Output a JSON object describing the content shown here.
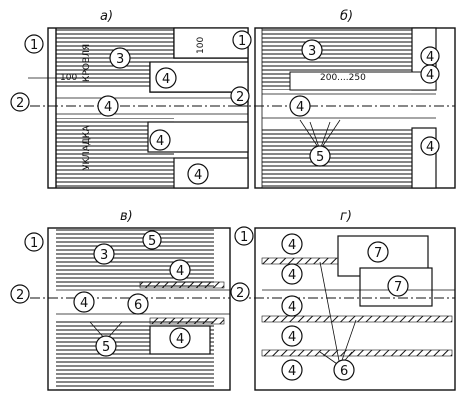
{
  "panels": [
    {
      "id": "a",
      "label": "а)"
    },
    {
      "id": "b",
      "label": "б)"
    },
    {
      "id": "v",
      "label": "в)"
    },
    {
      "id": "g",
      "label": "г)"
    }
  ],
  "markers": {
    "m1": "1",
    "m2": "2",
    "m3": "3",
    "m4": "4",
    "m5": "5",
    "m6": "6",
    "m7": "7"
  },
  "texts": {
    "krovlya": "КРОВЛЯ",
    "ukladka": "УКЛАДКА",
    "dim100a": "100",
    "dim100b": "100",
    "dim200_250": "200....250"
  },
  "colors": {
    "ink": "#111111",
    "paper": "#ffffff"
  }
}
